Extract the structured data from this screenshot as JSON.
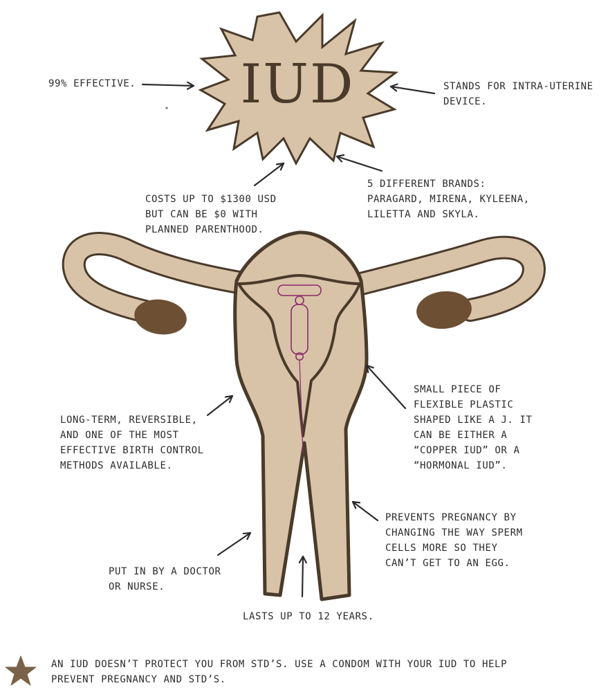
{
  "title": "IUD",
  "labels": {
    "effective": "99% EFFECTIVE.",
    "stands_for": "STANDS FOR INTRA-UTERINE\nDEVICE.",
    "cost": "COSTS UP TO $1300 USD\nBUT CAN BE $0 WITH\nPLANNED PARENTHOOD.",
    "brands": "5 DIFFERENT BRANDS:\nPARAGARD, MIRENA, KYLEENA,\nLILETTA AND SKYLA.",
    "small_piece": "SMALL PIECE OF\nFLEXIBLE PLASTIC\nSHAPED LIKE A J. IT\nCAN BE EITHER A\n“COPPER IUD” OR A\n“HORMONAL IUD”.",
    "long_term": "LONG-TERM, REVERSIBLE,\nAND ONE OF THE MOST\nEFFECTIVE BIRTH CONTROL\nMETHODS AVAILABLE.",
    "prevents": "PREVENTS PREGNANCY BY\nCHANGING THE WAY SPERM\nCELLS MORE SO THEY\nCAN’T GET TO AN EGG.",
    "put_in": "PUT IN BY A DOCTOR\nOR NURSE.",
    "lasts": "LASTS UP TO 12 YEARS.",
    "footer_note": "AN IUD DOESN’T PROTECT YOU FROM STD’S. USE A CONDOM WITH YOUR IUD TO HELP\nPREVENT PREGNANCY AND STD’S."
  },
  "colors": {
    "fill": "#d8c3a8",
    "outline": "#4a3a2a",
    "ovary": "#6d4f34",
    "device": "#8a2a6a",
    "star": "#7a6248",
    "text": "#2b2b2b"
  },
  "icons": [
    "star-icon",
    "arrow-icon"
  ]
}
